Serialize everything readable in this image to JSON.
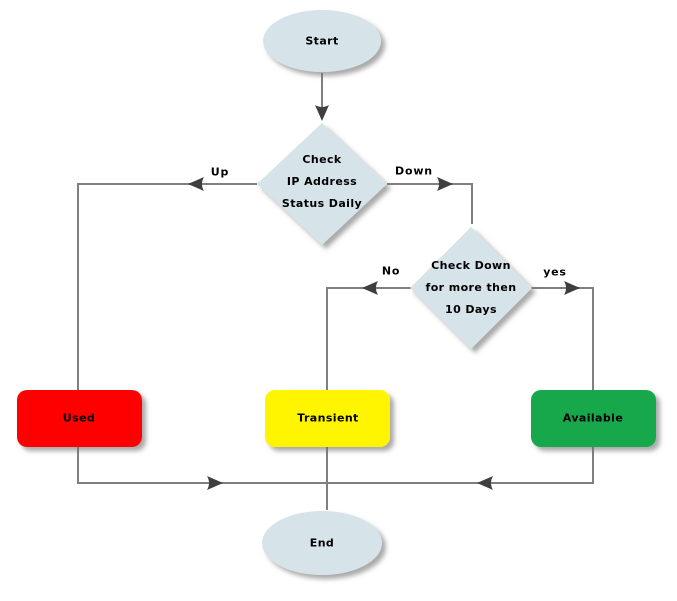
{
  "diagram": {
    "background": "#ffffff",
    "connector_color": "#7f7f7f",
    "arrow_color": "#3f3f3f",
    "text_color": "#000000",
    "node_fill_blue": "#d6e3e9",
    "nodes": {
      "start": {
        "type": "terminator",
        "shape": "ellipse",
        "label": "Start",
        "fill": "#d6e3e9"
      },
      "check_ip": {
        "type": "decision",
        "shape": "diamond",
        "lines": [
          "Check",
          "IP Address",
          "Status Daily"
        ],
        "fill": "#d6e3e9"
      },
      "check_down": {
        "type": "decision",
        "shape": "diamond",
        "lines": [
          "Check Down",
          "for more then",
          "10 Days"
        ],
        "fill": "#d6e3e9"
      },
      "used": {
        "type": "process",
        "shape": "rounded-rect",
        "label": "Used",
        "fill": "#ff0000"
      },
      "transient": {
        "type": "process",
        "shape": "rounded-rect",
        "label": "Transient",
        "fill": "#fff500"
      },
      "available": {
        "type": "process",
        "shape": "rounded-rect",
        "label": "Available",
        "fill": "#14a84b"
      },
      "end": {
        "type": "terminator",
        "shape": "ellipse",
        "label": "End",
        "fill": "#d6e3e9"
      }
    },
    "edges": {
      "start_to_check_ip": {
        "from": "start",
        "to": "check_ip",
        "label": ""
      },
      "up": {
        "from": "check_ip",
        "to": "used",
        "label": "Up"
      },
      "down": {
        "from": "check_ip",
        "to": "check_down",
        "label": "Down"
      },
      "no": {
        "from": "check_down",
        "to": "transient",
        "label": "No"
      },
      "yes": {
        "from": "check_down",
        "to": "available",
        "label": "yes"
      },
      "merge_to_end": {
        "from": "used / transient / available",
        "to": "end",
        "label": ""
      }
    }
  }
}
